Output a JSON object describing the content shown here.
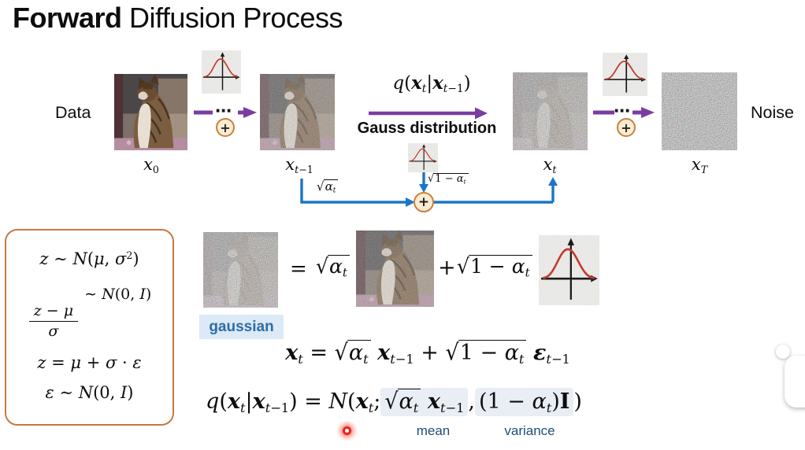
{
  "title": {
    "bold": "Forward",
    "rest": " Diffusion Process"
  },
  "colors": {
    "arrow_purple": "#7a3ca3",
    "flow_blue": "#1c75c8",
    "plus_circle_border": "#c9803f",
    "plus_circle_fill": "#fcecd3",
    "formula_box_border": "#c8793d",
    "gaussian_chip_bg": "#dce9f6",
    "gaussian_chip_text": "#2e6da4",
    "annotation_blue": "#1f4e79",
    "highlight_bg": "#e9edf4",
    "laser_red": "#e0281e",
    "curve_red": "#c23b2b"
  },
  "diagram": {
    "data_label": "Data",
    "noise_label": "Noise",
    "dots": "⋯",
    "plus": "+",
    "gauss_distribution_label": "Gauss distribution",
    "q_label": [
      {
        "i": "q"
      },
      "(",
      {
        "b": "x"
      },
      {
        "sub": [
          {
            "i": "t"
          }
        ]
      },
      "|",
      {
        "b": "x"
      },
      {
        "sub": [
          {
            "i": "t"
          },
          "−1"
        ]
      },
      ")"
    ],
    "x0_label": [
      {
        "i": "x"
      },
      {
        "sub": [
          "0"
        ]
      }
    ],
    "xt1_label": [
      {
        "i": "x"
      },
      {
        "sub": [
          {
            "i": "t"
          },
          "−1"
        ]
      }
    ],
    "xt_label": [
      {
        "i": "x"
      },
      {
        "sub": [
          {
            "i": "t"
          }
        ]
      }
    ],
    "xT_label": [
      {
        "i": "x"
      },
      {
        "sub": [
          {
            "i": "T"
          }
        ]
      }
    ],
    "sqrt_alpha_label": [
      {
        "sqrt": [
          {
            "i": "α"
          },
          {
            "sub": [
              {
                "i": "t"
              }
            ]
          }
        ]
      }
    ],
    "sqrt_one_minus_alpha_label": [
      {
        "sqrt": [
          "1 − ",
          {
            "i": "α"
          },
          {
            "sub": [
              {
                "i": "t"
              }
            ]
          }
        ]
      }
    ],
    "icons": {
      "gaussian_plot": "gaussian-curve-plot",
      "add_noise": "plus-in-circle"
    }
  },
  "side_box": {
    "formulas": [
      [
        {
          "i": "z"
        },
        " ∼ ",
        {
          "i": "N"
        },
        "(",
        {
          "i": "μ"
        },
        ",  ",
        {
          "i": "σ"
        },
        {
          "sup": [
            "2"
          ]
        },
        ")"
      ],
      [
        {
          "frac": {
            "num": [
              {
                "i": "z"
              },
              " − ",
              {
                "i": "μ"
              }
            ],
            "den": [
              {
                "i": "σ"
              }
            ]
          }
        },
        " ∼ ",
        {
          "i": "N"
        },
        "(0,  ",
        {
          "i": "I"
        },
        ")"
      ],
      [
        {
          "i": "z"
        },
        " = ",
        {
          "i": "μ"
        },
        " + ",
        {
          "i": "σ"
        },
        " · ",
        {
          "i": "ε"
        }
      ],
      [
        {
          "i": "ε"
        },
        " ∼ ",
        {
          "i": "N"
        },
        "(0, ",
        {
          "i": "I"
        },
        ")"
      ]
    ]
  },
  "middle": {
    "equals": "=",
    "plus": "+",
    "gaussian_chip": "gaussian",
    "sqrt_alpha": [
      {
        "sqrt": [
          {
            "i": "α"
          },
          {
            "sub": [
              {
                "i": "t"
              }
            ]
          }
        ]
      }
    ],
    "sqrt_one_minus_alpha": [
      {
        "sqrt": [
          "1 − ",
          {
            "i": "α"
          },
          {
            "sub": [
              {
                "i": "t"
              }
            ]
          }
        ]
      }
    ]
  },
  "equations": {
    "xt": [
      {
        "b": "x"
      },
      {
        "sub": [
          {
            "i": "t"
          }
        ]
      },
      " = ",
      {
        "sqrt": [
          {
            "i": "α"
          },
          {
            "sub": [
              {
                "i": "t"
              }
            ]
          }
        ]
      },
      " ",
      {
        "b": "x"
      },
      {
        "sub": [
          {
            "i": "t"
          },
          "−1"
        ]
      },
      " + ",
      {
        "sqrt": [
          "1 − ",
          {
            "i": "α"
          },
          {
            "sub": [
              {
                "i": "t"
              }
            ]
          }
        ]
      },
      " ",
      {
        "b": "ε"
      },
      {
        "sub": [
          {
            "i": "t"
          },
          "−1"
        ]
      }
    ],
    "q": [
      {
        "i": "q"
      },
      "(",
      {
        "b": "x"
      },
      {
        "sub": [
          {
            "i": "t"
          }
        ]
      },
      "|",
      {
        "b": "x"
      },
      {
        "sub": [
          {
            "i": "t"
          },
          "−1"
        ]
      },
      ") = ",
      {
        "i": "N"
      },
      "(",
      {
        "b": "x"
      },
      {
        "sub": [
          {
            "i": "t"
          }
        ]
      },
      ";",
      {
        "hl": [
          {
            "sqrt": [
              {
                "i": "α"
              },
              {
                "sub": [
                  {
                    "i": "t"
                  }
                ]
              }
            ]
          },
          " ",
          {
            "b": "x"
          },
          {
            "sub": [
              {
                "i": "t"
              },
              "−1"
            ]
          }
        ]
      },
      ",",
      {
        "hl": [
          "(1 − ",
          {
            "i": "α"
          },
          {
            "sub": [
              {
                "i": "t"
              }
            ]
          },
          ")",
          {
            "u": "I"
          }
        ]
      },
      ")"
    ],
    "mean_label": "mean",
    "variance_label": "variance"
  }
}
